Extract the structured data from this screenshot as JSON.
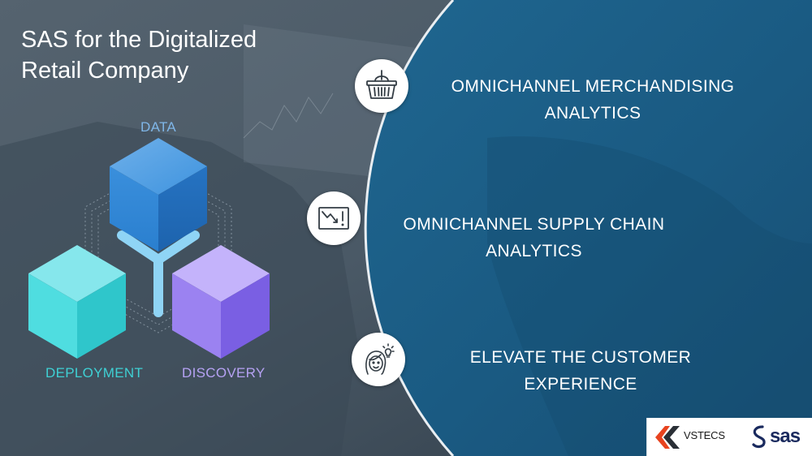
{
  "slide": {
    "title_line1": "SAS for the Digitalized",
    "title_line2": "Retail Company"
  },
  "cubes": {
    "top_label": "DATA",
    "left_label": "DEPLOYMENT",
    "right_label": "DISCOVERY",
    "colors": {
      "data": "#2d87d7",
      "deployment": "#33cfd3",
      "discovery": "#8a6de9",
      "connector": "#8fd4f5"
    }
  },
  "items": [
    {
      "icon": "shopping-basket-icon",
      "line1": "OMNICHANNEL MERCHANDISING",
      "line2": "ANALYTICS"
    },
    {
      "icon": "downtrend-alert-icon",
      "line1": "OMNICHANNEL SUPPLY CHAIN",
      "line2": "ANALYTICS"
    },
    {
      "icon": "customer-idea-icon",
      "line1": "ELEVATE THE CUSTOMER",
      "line2": "EXPERIENCE"
    }
  ],
  "logos": {
    "vst_text": "VSTECS",
    "sas_text": "sas"
  },
  "colors": {
    "panel_blue": "#1a5a82",
    "background": "#3c4a57",
    "text": "#ffffff"
  }
}
